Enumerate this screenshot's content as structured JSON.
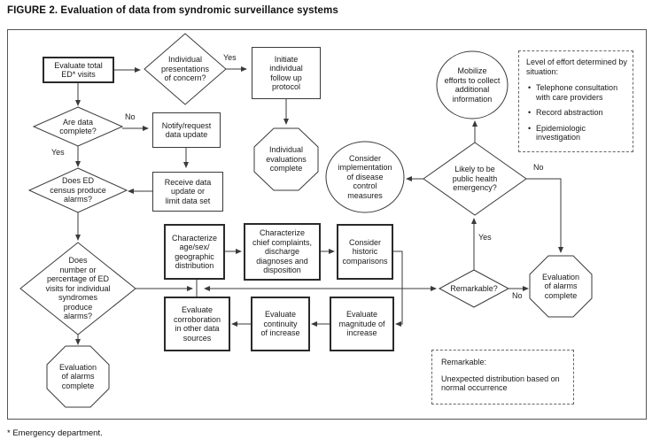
{
  "title": "FIGURE 2. Evaluation of data from syndromic surveillance systems",
  "footnote": "* Emergency department.",
  "colors": {
    "line": "#3a3a3a",
    "text": "#1a1a1a"
  },
  "nodes": {
    "evaluate_total": "Evaluate total\nED* visits",
    "individual_presentations": "Individual\npresentations\nof concern?",
    "initiate_follow_up": "Initiate\nindividual\nfollow up\nprotocol",
    "individual_evaluations": "Individual\nevaluations\ncomplete",
    "are_data_complete": "Are data\ncomplete?",
    "notify_request": "Notify/request\ndata update",
    "receive_data": "Receive data\nupdate or\nlimit data set",
    "ed_census": "Does ED\ncensus produce\nalarms?",
    "syndrome_alarms": "Does\nnumber or\npercentage of ED\nvisits for individual\nsyndromes\nproduce\nalarms?",
    "alarms_complete_left": "Evaluation\nof alarms\ncomplete",
    "characterize_age": "Characterize\nage/sex/\ngeographic\ndistribution",
    "characterize_chief": "Characterize\nchief complaints,\ndischarge\ndiagnoses and\ndisposition",
    "consider_historic": "Consider\nhistoric\ncomparisons",
    "evaluate_corroboration": "Evaluate\ncorroboration\nin other data\nsources",
    "evaluate_continuity": "Evaluate\ncontinuity\nof increase",
    "evaluate_magnitude": "Evaluate\nmagnitude of\nincrease",
    "consider_implementation": "Consider\nimplementation\nof disease\ncontrol\nmeasures",
    "likely_emergency": "Likely to be\npublic health\nemergency?",
    "mobilize": "Mobilize\nefforts to collect\nadditional\ninformation",
    "remarkable": "Remarkable?",
    "alarms_complete_right": "Evaluation\nof alarms\ncomplete"
  },
  "edge_labels": {
    "presentations_yes": "Yes",
    "data_complete_no": "No",
    "data_complete_yes": "Yes",
    "emergency_no": "No",
    "remarkable_yes": "Yes",
    "remarkable_no": "No"
  },
  "effort_box": {
    "heading": "Level of effort determined by situation:",
    "bullets": [
      "Telephone consultation with care providers",
      "Record abstraction",
      "Epidemiologic investigation"
    ]
  },
  "remarkable_note": {
    "heading": "Remarkable:",
    "body": "Unexpected distribution based on normal occurrence"
  }
}
